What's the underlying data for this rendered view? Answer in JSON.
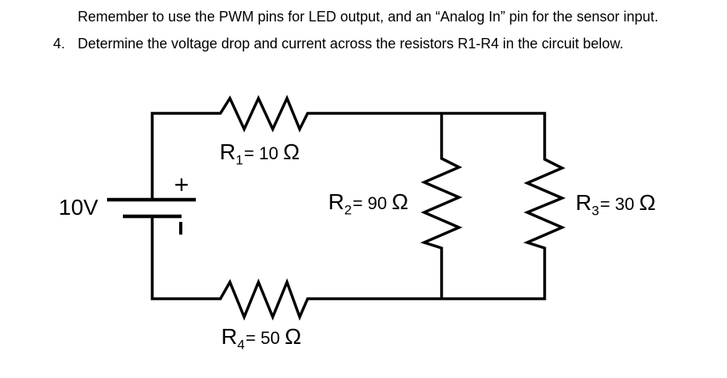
{
  "page": {
    "instruction": "Remember to use the PWM pins for LED output, and an “Analog In” pin for the sensor input.",
    "question_number": "4.",
    "question_text": "Determine the voltage drop and current across the resistors R1-R4 in the circuit below."
  },
  "circuit": {
    "battery": {
      "voltage": "10V",
      "plus": "+"
    },
    "resistors": [
      {
        "name": "R",
        "sub": "1",
        "eq": "= 10",
        "unit": "Ω"
      },
      {
        "name": "R",
        "sub": "2",
        "eq": "= 90",
        "unit": "Ω"
      },
      {
        "name": "R",
        "sub": "3",
        "eq": "= 30",
        "unit": "Ω"
      },
      {
        "name": "R",
        "sub": "4",
        "eq": "= 50",
        "unit": "Ω"
      }
    ],
    "colors": {
      "wire": "#000000",
      "text": "#000000",
      "background": "#ffffff"
    }
  }
}
